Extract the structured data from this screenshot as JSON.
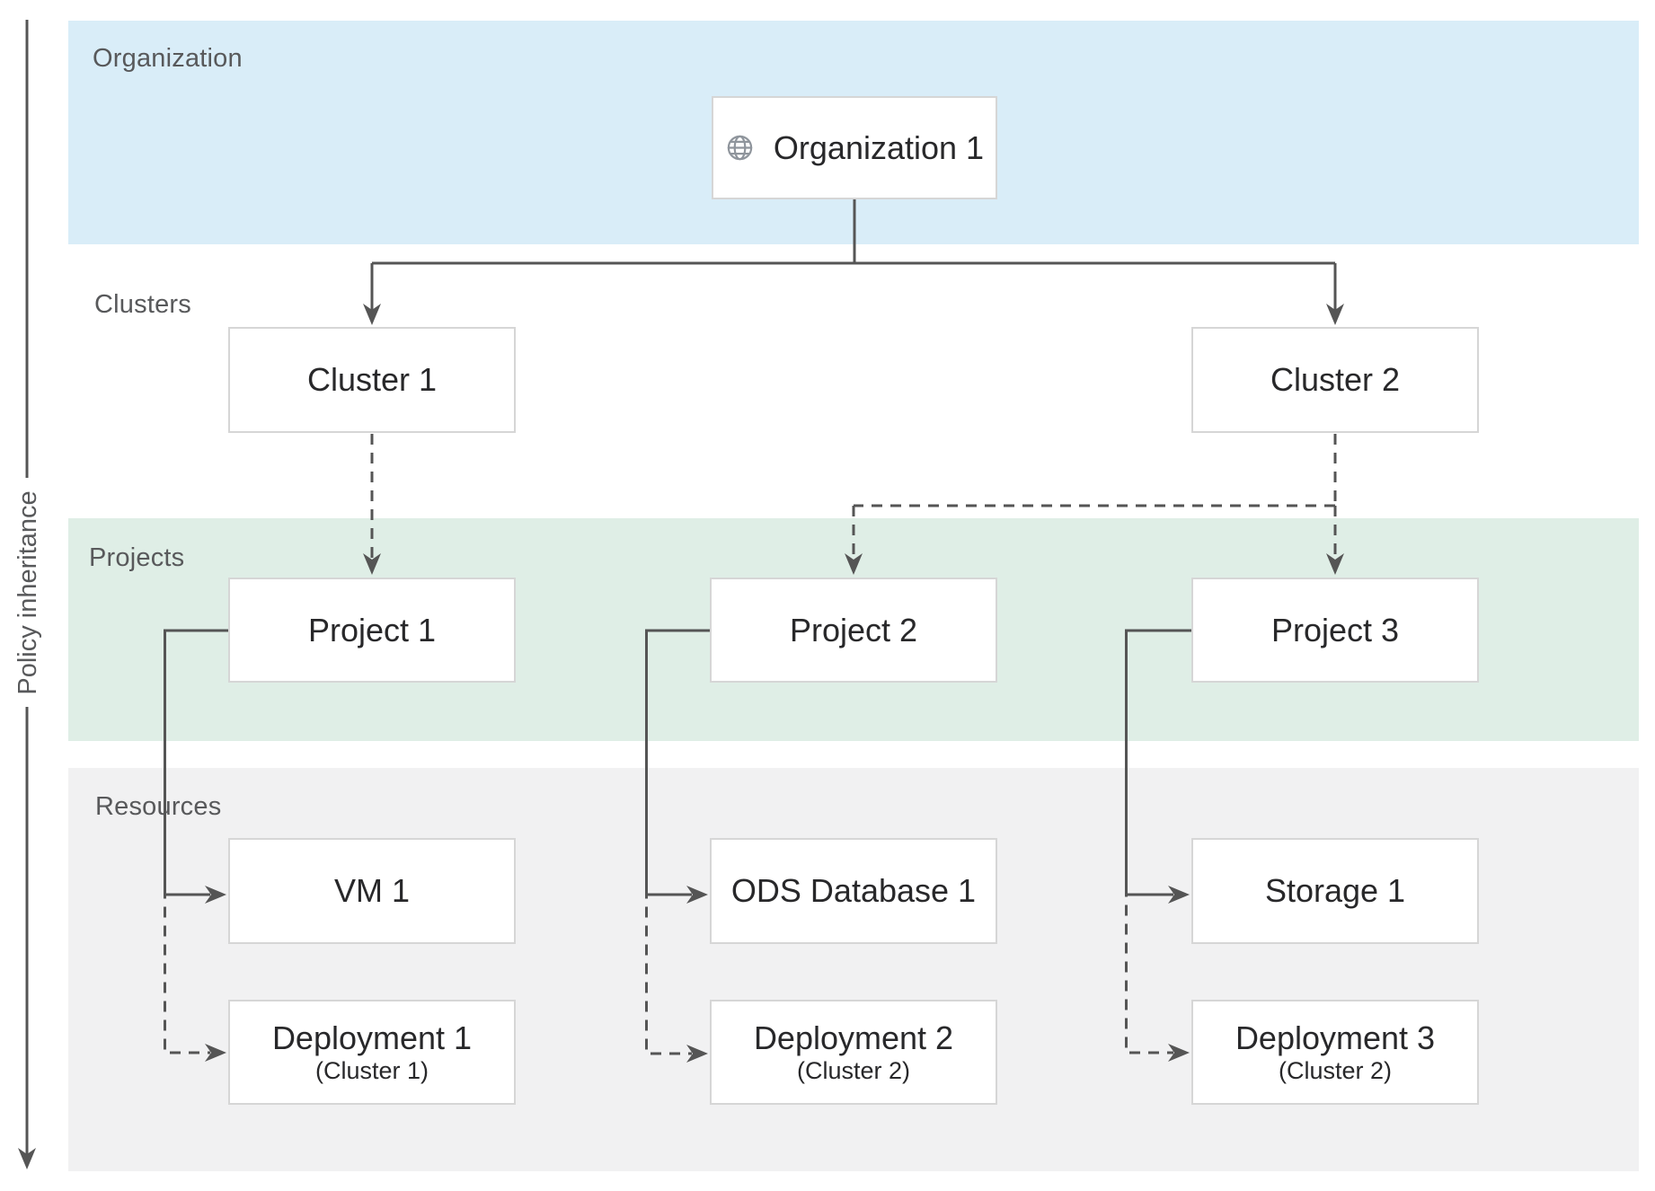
{
  "diagram": {
    "title_axis": {
      "label": "Policy inheritance",
      "direction": "top-to-bottom-arrow"
    },
    "bands": {
      "organization": {
        "label": "Organization",
        "color": "#d9edf8"
      },
      "clusters": {
        "label": "Clusters",
        "color": "#ffffff"
      },
      "projects": {
        "label": "Projects",
        "color": "#dfeee6"
      },
      "resources": {
        "label": "Resources",
        "color": "#f1f1f2"
      }
    },
    "nodes": {
      "organization1": {
        "label": "Organization 1",
        "icon": "globe-icon"
      },
      "cluster1": {
        "label": "Cluster 1"
      },
      "cluster2": {
        "label": "Cluster 2"
      },
      "project1": {
        "label": "Project 1"
      },
      "project2": {
        "label": "Project 2"
      },
      "project3": {
        "label": "Project 3"
      },
      "vm1": {
        "label": "VM 1"
      },
      "ods1": {
        "label": "ODS Database 1"
      },
      "storage1": {
        "label": "Storage 1"
      },
      "deployment1": {
        "label": "Deployment 1",
        "sublabel": "(Cluster 1)"
      },
      "deployment2": {
        "label": "Deployment 2",
        "sublabel": "(Cluster 2)"
      },
      "deployment3": {
        "label": "Deployment 3",
        "sublabel": "(Cluster 2)"
      }
    },
    "edges": [
      {
        "from": "organization1",
        "to": "cluster1",
        "style": "solid-arrow"
      },
      {
        "from": "organization1",
        "to": "cluster2",
        "style": "solid-arrow"
      },
      {
        "from": "cluster1",
        "to": "project1",
        "style": "dashed-arrow"
      },
      {
        "from": "cluster2",
        "to": "project2",
        "style": "dashed-arrow"
      },
      {
        "from": "cluster2",
        "to": "project3",
        "style": "dashed-arrow"
      },
      {
        "from": "project1",
        "to": "vm1",
        "style": "solid-arrow"
      },
      {
        "from": "project1",
        "to": "deployment1",
        "style": "dashed-arrow"
      },
      {
        "from": "project2",
        "to": "ods1",
        "style": "solid-arrow"
      },
      {
        "from": "project2",
        "to": "deployment2",
        "style": "dashed-arrow"
      },
      {
        "from": "project3",
        "to": "storage1",
        "style": "solid-arrow"
      },
      {
        "from": "project3",
        "to": "deployment3",
        "style": "dashed-arrow"
      }
    ],
    "colors": {
      "band_organization": "#d9edf8",
      "band_projects": "#dfeee6",
      "band_resources": "#f1f1f2",
      "node_fill": "#ffffff",
      "node_border": "#d6d6d6",
      "connector": "#555555",
      "node_text": "#28282a",
      "band_label_text": "#58595b",
      "globe_icon": "#8f959c"
    }
  }
}
